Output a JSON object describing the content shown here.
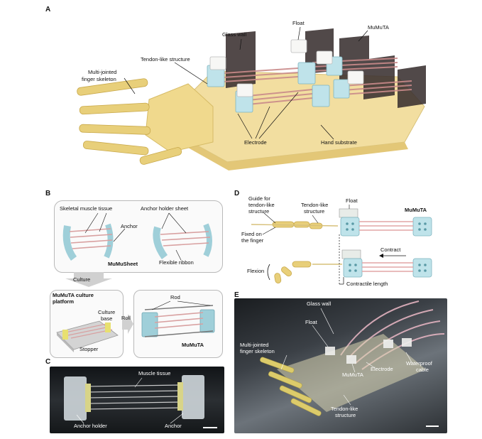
{
  "colors": {
    "finger": "#e8cf7a",
    "finger_dark": "#c9a94b",
    "substrate": "#f2dea0",
    "glass": "#3a3030",
    "anchor": "#bfe3ea",
    "muscle": "#d8a0a0",
    "photo_dark": "#2b2f33",
    "photo_light": "#cfd7dc"
  },
  "panel_a": {
    "letter": "A",
    "labels": {
      "glass_wall": "Glass wall",
      "float": "Float",
      "mumuta": "MuMuTA",
      "tendon": "Tendon-like structure",
      "finger_1": "Multi-jointed",
      "finger_2": "finger skeleton",
      "electrode": "Electrode",
      "hand_substrate": "Hand substrate"
    }
  },
  "panel_b": {
    "letter": "B",
    "labels": {
      "skeletal": "Skeletal muscle tissue",
      "anchor_holder_sheet": "Anchor holder sheet",
      "anchor": "Anchor",
      "mumusheet": "MuMuSheet",
      "flexible_ribbon": "Flexible ribbon",
      "culture": "Culture",
      "platform_1": "MuMuTA culture",
      "platform_2": "platform",
      "culture_base_1": "Culture",
      "culture_base_2": "base",
      "stopper": "Stopper",
      "roll": "Roll",
      "rod": "Rod",
      "mumuta": "MuMuTA"
    }
  },
  "panel_c": {
    "letter": "C",
    "labels": {
      "muscle_tissue": "Muscle tissue",
      "anchor_holder": "Anchor holder",
      "anchor": "Anchor"
    }
  },
  "panel_d": {
    "letter": "D",
    "labels": {
      "guide_1": "Guide for",
      "guide_2": "tendon-like",
      "guide_3": "structure",
      "tendon_1": "Tendon-like",
      "tendon_2": "structure",
      "float": "Float",
      "mumuta": "MuMuTA",
      "fixed_1": "Fixed on",
      "fixed_2": "the finger",
      "contract": "Contract",
      "flexion": "Flexion",
      "contractile_length": "Contractile length"
    }
  },
  "panel_e": {
    "letter": "E",
    "labels": {
      "glass_wall": "Glass wall",
      "float": "Float",
      "finger_1": "Multi-jointed",
      "finger_2": "finger skeleton",
      "electrode": "Electrode",
      "waterproof_1": "Waterproof",
      "waterproof_2": "cable",
      "mumuta": "MuMuTA",
      "tendon_1": "Tendon-like",
      "tendon_2": "structure"
    }
  }
}
